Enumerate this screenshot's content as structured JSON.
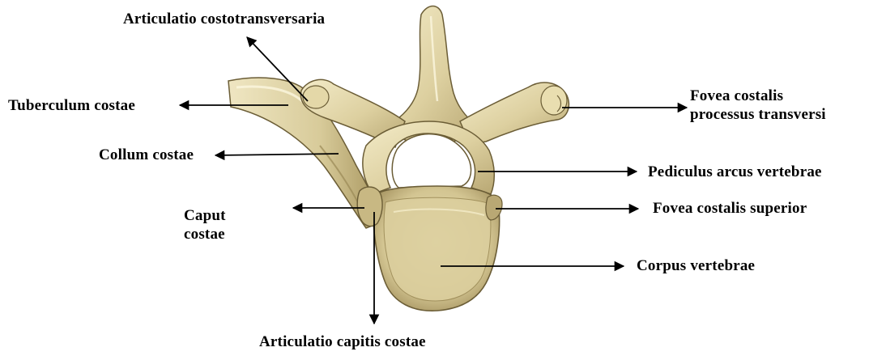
{
  "labels": {
    "articulatio_costotransversaria": "Articulatio costotransversaria",
    "tuberculum_costae": "Tuberculum costae",
    "collum_costae": "Collum costae",
    "caput_costae_line1": "Caput",
    "caput_costae_line2": "costae",
    "articulatio_capitis_costae": "Articulatio capitis costae",
    "fovea_costalis_pt_line1": "Fovea costalis",
    "fovea_costalis_pt_line2": "processus transversi",
    "pediculus_arcus_vertebrae": "Pediculus arcus vertebrae",
    "fovea_costalis_superior": "Fovea costalis superior",
    "corpus_vertebrae": "Corpus vertebrae"
  },
  "colors": {
    "bone_light": "#efe6bf",
    "bone_mid": "#d6c996",
    "bone_dark": "#8a7a4c",
    "bone_outline": "#6b5d36",
    "arrow": "#000000",
    "background": "#ffffff"
  }
}
